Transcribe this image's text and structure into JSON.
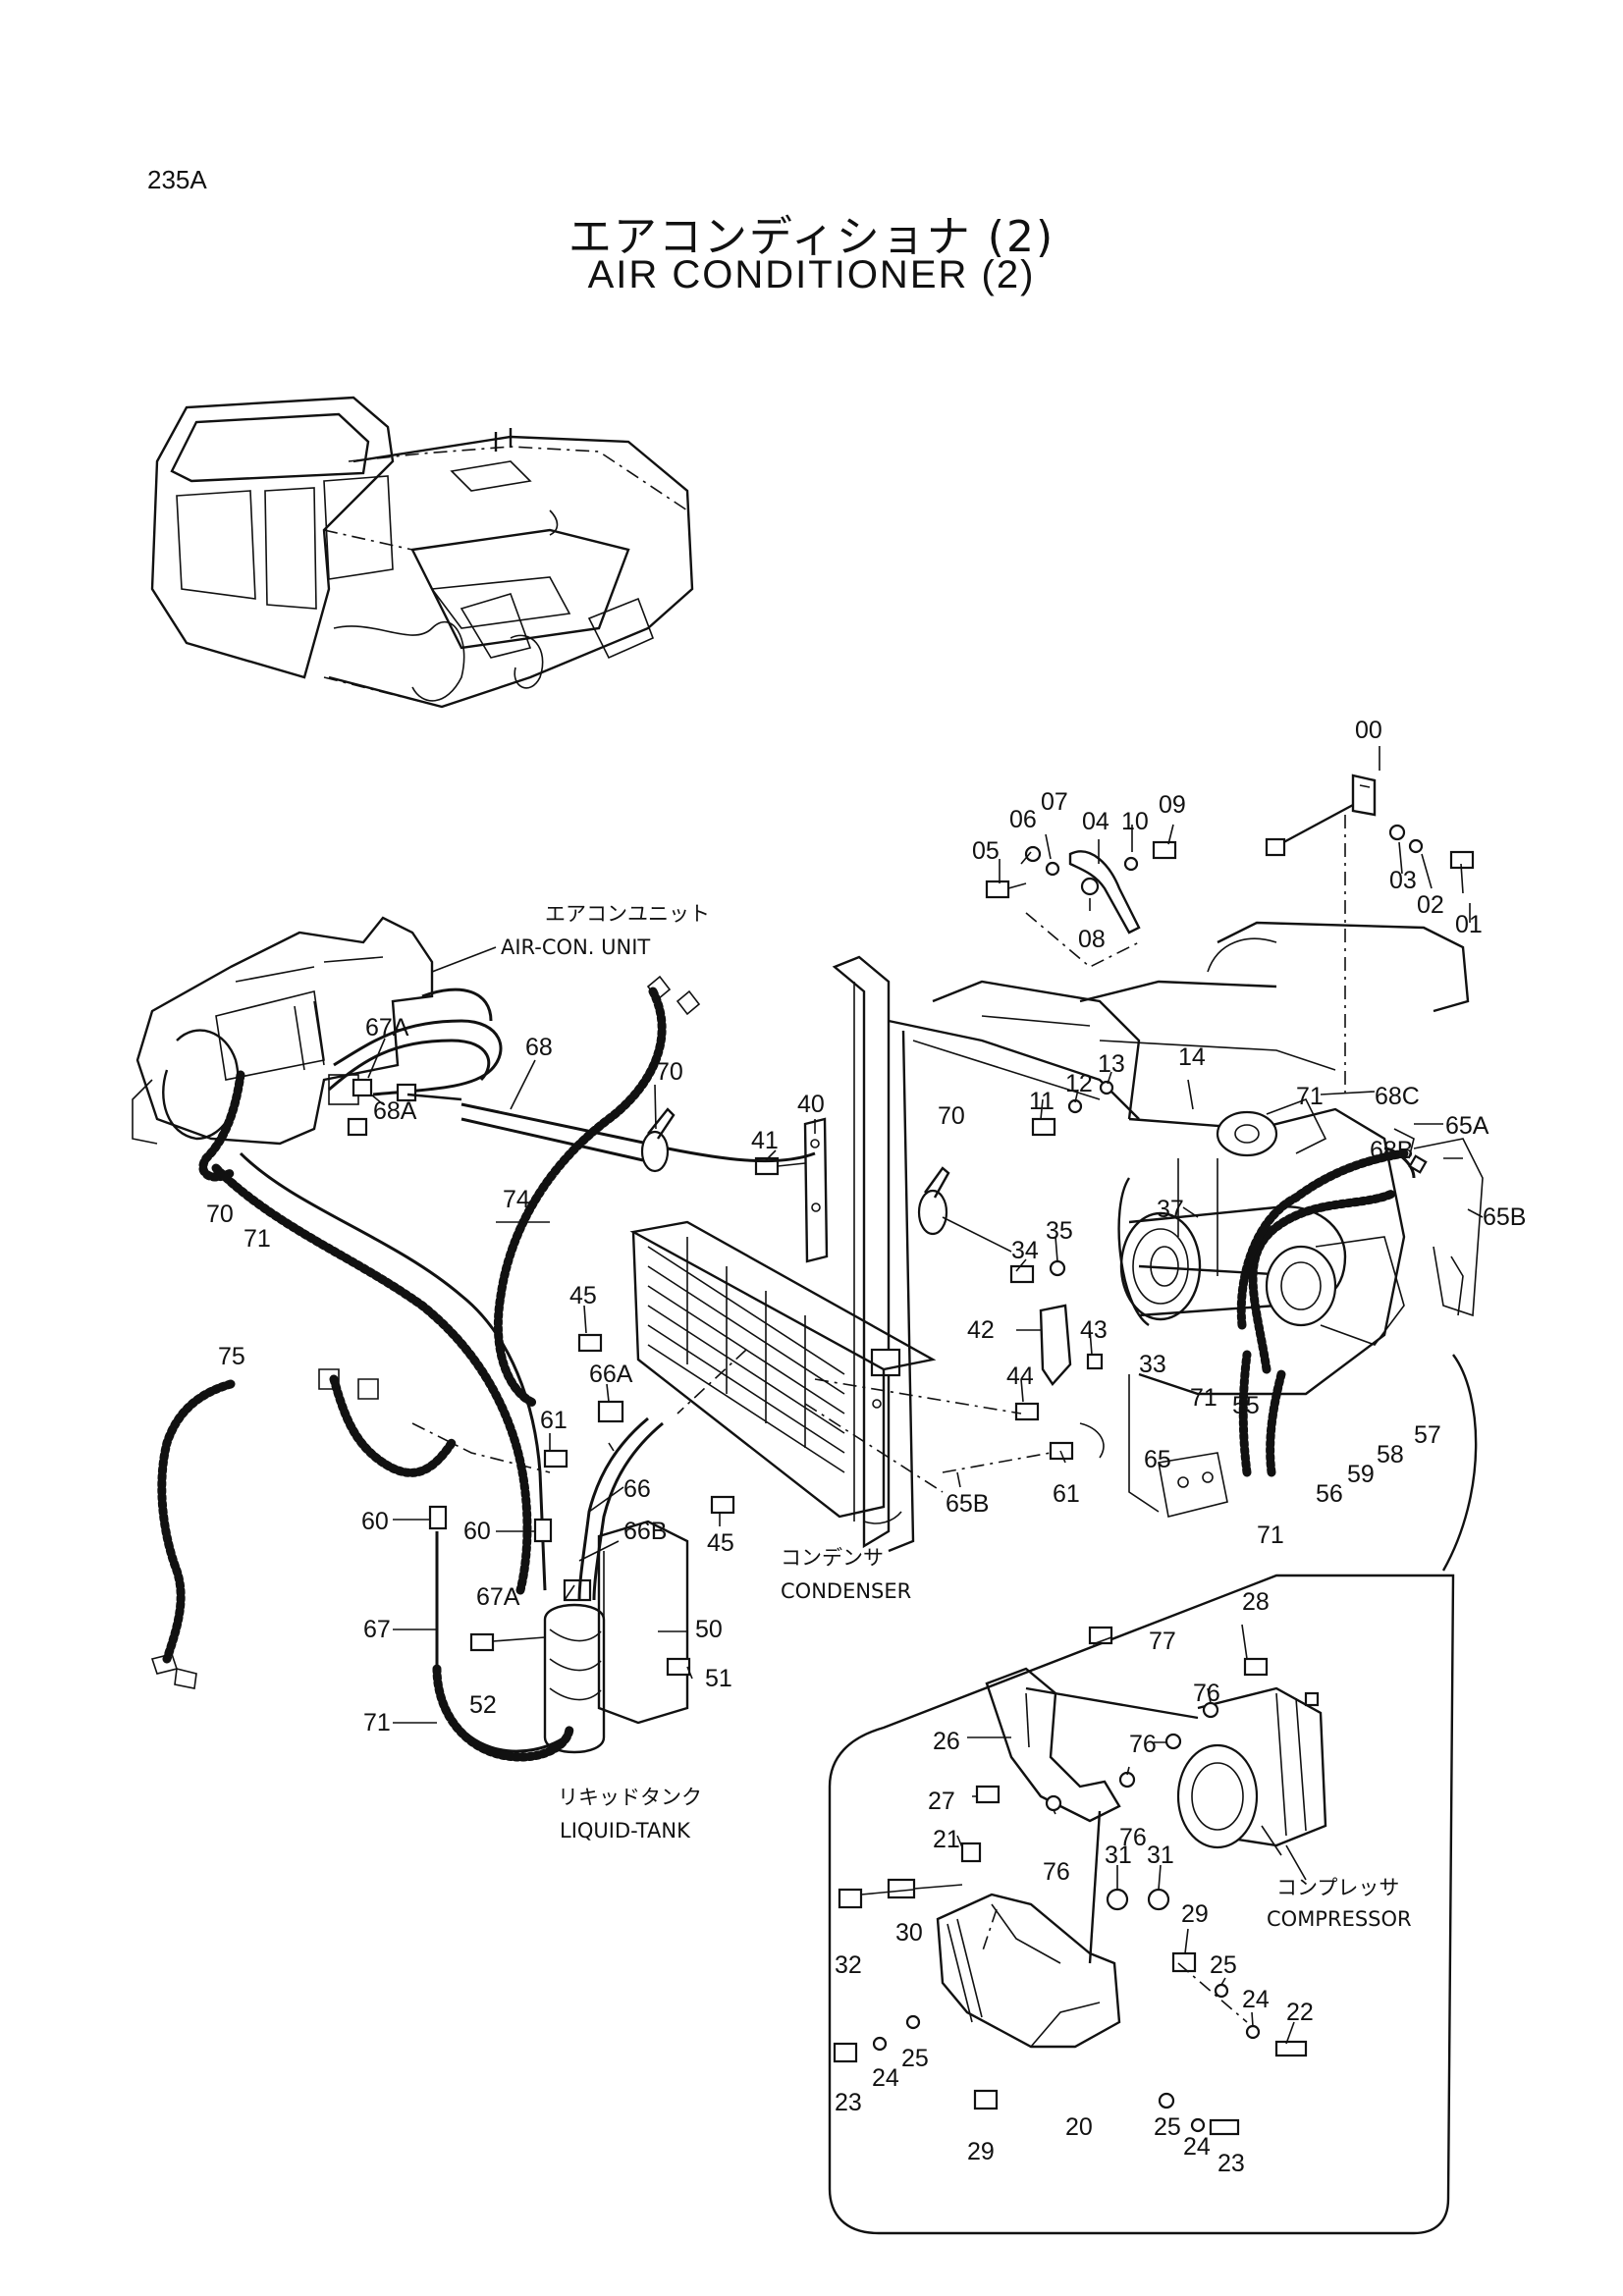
{
  "header": {
    "page_code": "235A",
    "title_jp": "エアコンディショナ (2)",
    "title_en": "AIR CONDITIONER (2)"
  },
  "components": {
    "aircon_unit_jp": "エアコンユニット",
    "aircon_unit_en": "AIR-CON. UNIT",
    "condenser_jp": "コンデンサ",
    "condenser_en": "CONDENSER",
    "liquid_tank_jp": "リキッドタンク",
    "liquid_tank_en": "LIQUID-TANK",
    "compressor_jp": "コンプレッサ",
    "compressor_en": "COMPRESSOR"
  },
  "callouts": {
    "c00": "00",
    "c01": "01",
    "c02": "02",
    "c03": "03",
    "c04": "04",
    "c05": "05",
    "c06": "06",
    "c07": "07",
    "c08": "08",
    "c09": "09",
    "c10": "10",
    "c11": "11",
    "c12": "12",
    "c13": "13",
    "c14": "14",
    "c68c": "68C",
    "c65a": "65A",
    "c65b_right": "65B",
    "c68b": "68B",
    "c71_top": "71",
    "c37": "37",
    "c34": "34",
    "c35": "35",
    "c70_mid": "70",
    "c40": "40",
    "c41": "41",
    "c67a_top": "67A",
    "c68a": "68A",
    "c68": "68",
    "c70_left": "70",
    "c70_bottom": "70",
    "c71_left": "71",
    "c74": "74",
    "c75": "75",
    "c45_top": "45",
    "c66a": "66A",
    "c61_left": "61",
    "c66": "66",
    "c60_a": "60",
    "c60_b": "60",
    "c66b": "66B",
    "c67a_bottom": "67A",
    "c67": "67",
    "c50": "50",
    "c51": "51",
    "c52": "52",
    "c71_bottom_left": "71",
    "c45_bottom": "45",
    "c65b_mid": "65B",
    "c42": "42",
    "c43": "43",
    "c44": "44",
    "c33": "33",
    "c61_right": "61",
    "c65": "65",
    "c71_mid": "71",
    "c55": "55",
    "c71_low": "71",
    "c56": "56",
    "c59": "59",
    "c58": "58",
    "c57": "57",
    "c77": "77",
    "c28": "28",
    "c76_a": "76",
    "c76_b": "76",
    "c76_c": "76",
    "c76_d": "76",
    "c26": "26",
    "c27": "27",
    "c21": "21",
    "c31_a": "31",
    "c31_b": "31",
    "c29_top": "29",
    "c30": "30",
    "c32": "32",
    "c25_right": "25",
    "c24_right": "24",
    "c22": "22",
    "c23_left": "23",
    "c24_left": "24",
    "c25_left": "25",
    "c29_bottom": "29",
    "c20": "20",
    "c25_bottom": "25",
    "c24_bottom": "24",
    "c23_right": "23"
  }
}
